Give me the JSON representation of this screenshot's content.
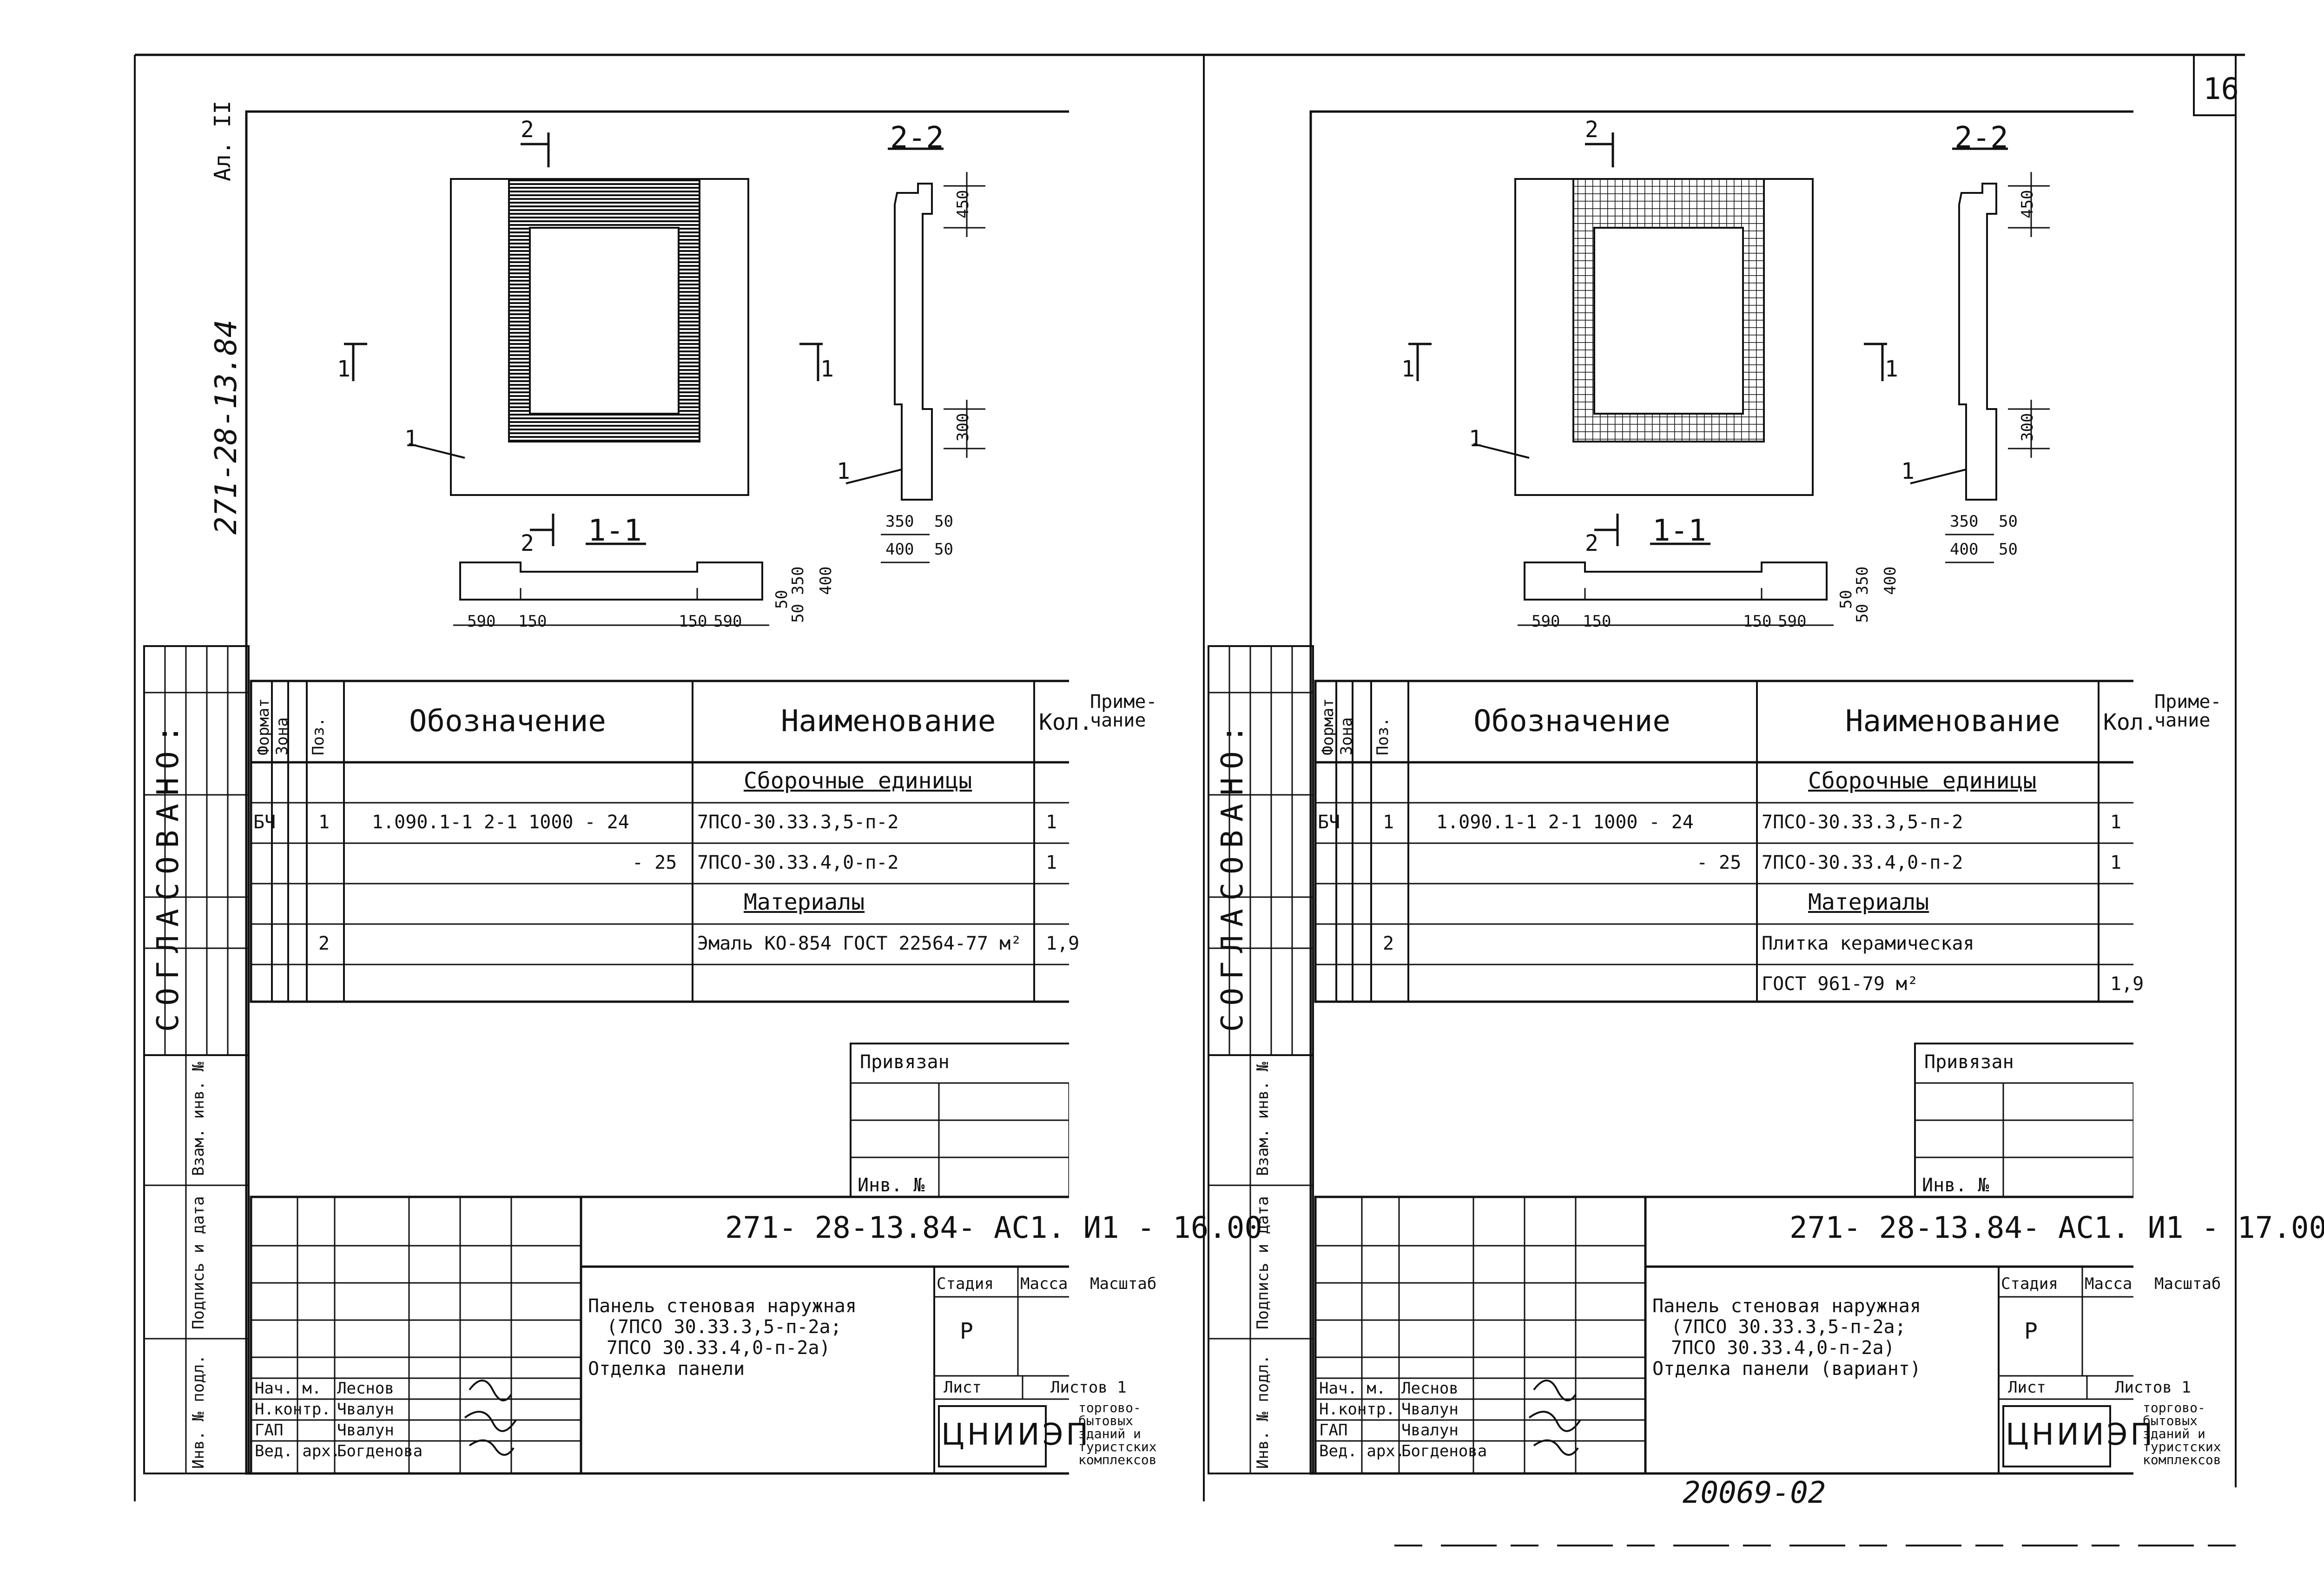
{
  "page_number": "16",
  "bottom_code": "20069-02",
  "album_label": "271-28-13.84",
  "album_part": "Ал. II",
  "sheets": [
    {
      "id": "left",
      "section_22": "2-2",
      "section_11": "1-1",
      "mark_2": "2",
      "mark_1": "1",
      "callout_1": "1",
      "dims_plan": [
        "590",
        "150",
        "150",
        "590"
      ],
      "dims_side": [
        "350",
        "50",
        "400",
        "50"
      ],
      "dims_vert": [
        "450",
        "300"
      ],
      "dims_small": [
        "50",
        "350",
        "400",
        "50"
      ],
      "spec_headers": {
        "format": "Формат",
        "zone": "Зона",
        "pos": "Поз.",
        "designation": "Обозначение",
        "name": "Наименование",
        "qty": "Кол.",
        "note": "Приме-чание"
      },
      "spec_rows": [
        {
          "format": "",
          "pos": "",
          "designation": "",
          "name": "Сборочные единицы",
          "qty": ""
        },
        {
          "format": "БЧ",
          "pos": "1",
          "designation": "1.090.1-1    2-1 1000 - 24",
          "name": "7ПСО-30.33.3,5-п-2",
          "qty": "1"
        },
        {
          "format": "",
          "pos": "",
          "designation": "- 25",
          "name": "7ПСО-30.33.4,0-п-2",
          "qty": "1"
        },
        {
          "format": "",
          "pos": "",
          "designation": "",
          "name": "Материалы",
          "qty": ""
        },
        {
          "format": "",
          "pos": "2",
          "designation": "",
          "name": "Эмаль КО-854 ГОСТ 22564-77 м²",
          "qty": "1,9"
        },
        {
          "format": "",
          "pos": "",
          "designation": "",
          "name": "",
          "qty": ""
        }
      ],
      "side_agreed": "СОГЛАСОВАНО:",
      "side_labels": [
        "Взам. инв. №",
        "Подпись и дата",
        "Инв. № подл."
      ],
      "privyazan": "Привязан",
      "inv_no": "Инв. №",
      "doc_code": "271- 28-13.84- АС1. И1 - 16.00",
      "title_lines": [
        "Панель стеновая наружная",
        "(7ПСО 30.33.3,5-п-2а;",
        "7ПСО 30.33.4,0-п-2а)",
        "Отделка панели"
      ],
      "stage_hdr": [
        "Стадия",
        "Масса",
        "Масштаб"
      ],
      "stage_val": "Р",
      "sheet_lbl": "Лист",
      "sheets_lbl": "Листов 1",
      "org": "ЦНИИЭП",
      "org_sub": [
        "торгово-",
        "бытовых",
        "зданий и",
        "туристских",
        "комплексов"
      ],
      "staff": [
        {
          "role": "Нач. м.",
          "name": "Леснов"
        },
        {
          "role": "Н.контр.",
          "name": "Чвалун"
        },
        {
          "role": "ГАП",
          "name": "Чвалун"
        },
        {
          "role": "Вед. арх.",
          "name": "Богденова"
        }
      ]
    },
    {
      "id": "right",
      "section_22": "2-2",
      "section_11": "1-1",
      "mark_2": "2",
      "mark_1": "1",
      "callout_1": "1",
      "dims_plan": [
        "590",
        "150",
        "150",
        "590"
      ],
      "dims_side": [
        "350",
        "50",
        "400",
        "50"
      ],
      "dims_vert": [
        "450",
        "300"
      ],
      "dims_small": [
        "50",
        "350",
        "400",
        "50"
      ],
      "spec_headers": {
        "format": "Формат",
        "zone": "Зона",
        "pos": "Поз.",
        "designation": "Обозначение",
        "name": "Наименование",
        "qty": "Кол.",
        "note": "Приме-чание"
      },
      "spec_rows": [
        {
          "format": "",
          "pos": "",
          "designation": "",
          "name": "Сборочные единицы",
          "qty": ""
        },
        {
          "format": "БЧ",
          "pos": "1",
          "designation": "1.090.1-1    2-1 1000 - 24",
          "name": "7ПСО-30.33.3,5-п-2",
          "qty": "1"
        },
        {
          "format": "",
          "pos": "",
          "designation": "- 25",
          "name": "7ПСО-30.33.4,0-п-2",
          "qty": "1"
        },
        {
          "format": "",
          "pos": "",
          "designation": "",
          "name": "Материалы",
          "qty": ""
        },
        {
          "format": "",
          "pos": "2",
          "designation": "",
          "name": "Плитка керамическая",
          "qty": ""
        },
        {
          "format": "",
          "pos": "",
          "designation": "",
          "name": "ГОСТ 961-79      м²",
          "qty": "1,9"
        }
      ],
      "side_agreed": "СОГЛАСОВАНО:",
      "side_labels": [
        "Взам. инв. №",
        "Подпись и дата",
        "Инв. № подл."
      ],
      "privyazan": "Привязан",
      "inv_no": "Инв. №",
      "doc_code": "271- 28-13.84- АС1. И1 - 17.00",
      "title_lines": [
        "Панель стеновая наружная",
        "(7ПСО 30.33.3,5-п-2а;",
        "7ПСО 30.33.4,0-п-2а)",
        "Отделка панели (вариант)"
      ],
      "stage_hdr": [
        "Стадия",
        "Масса",
        "Масштаб"
      ],
      "stage_val": "Р",
      "sheet_lbl": "Лист",
      "sheets_lbl": "Листов 1",
      "org": "ЦНИИЭП",
      "org_sub": [
        "торгово-",
        "бытовых",
        "зданий и",
        "туристских",
        "комплексов"
      ],
      "staff": [
        {
          "role": "Нач. м.",
          "name": "Леснов"
        },
        {
          "role": "Н.контр.",
          "name": "Чвалун"
        },
        {
          "role": "ГАП",
          "name": "Чвалун"
        },
        {
          "role": "Вед. арх.",
          "name": "Богденова"
        }
      ]
    }
  ]
}
